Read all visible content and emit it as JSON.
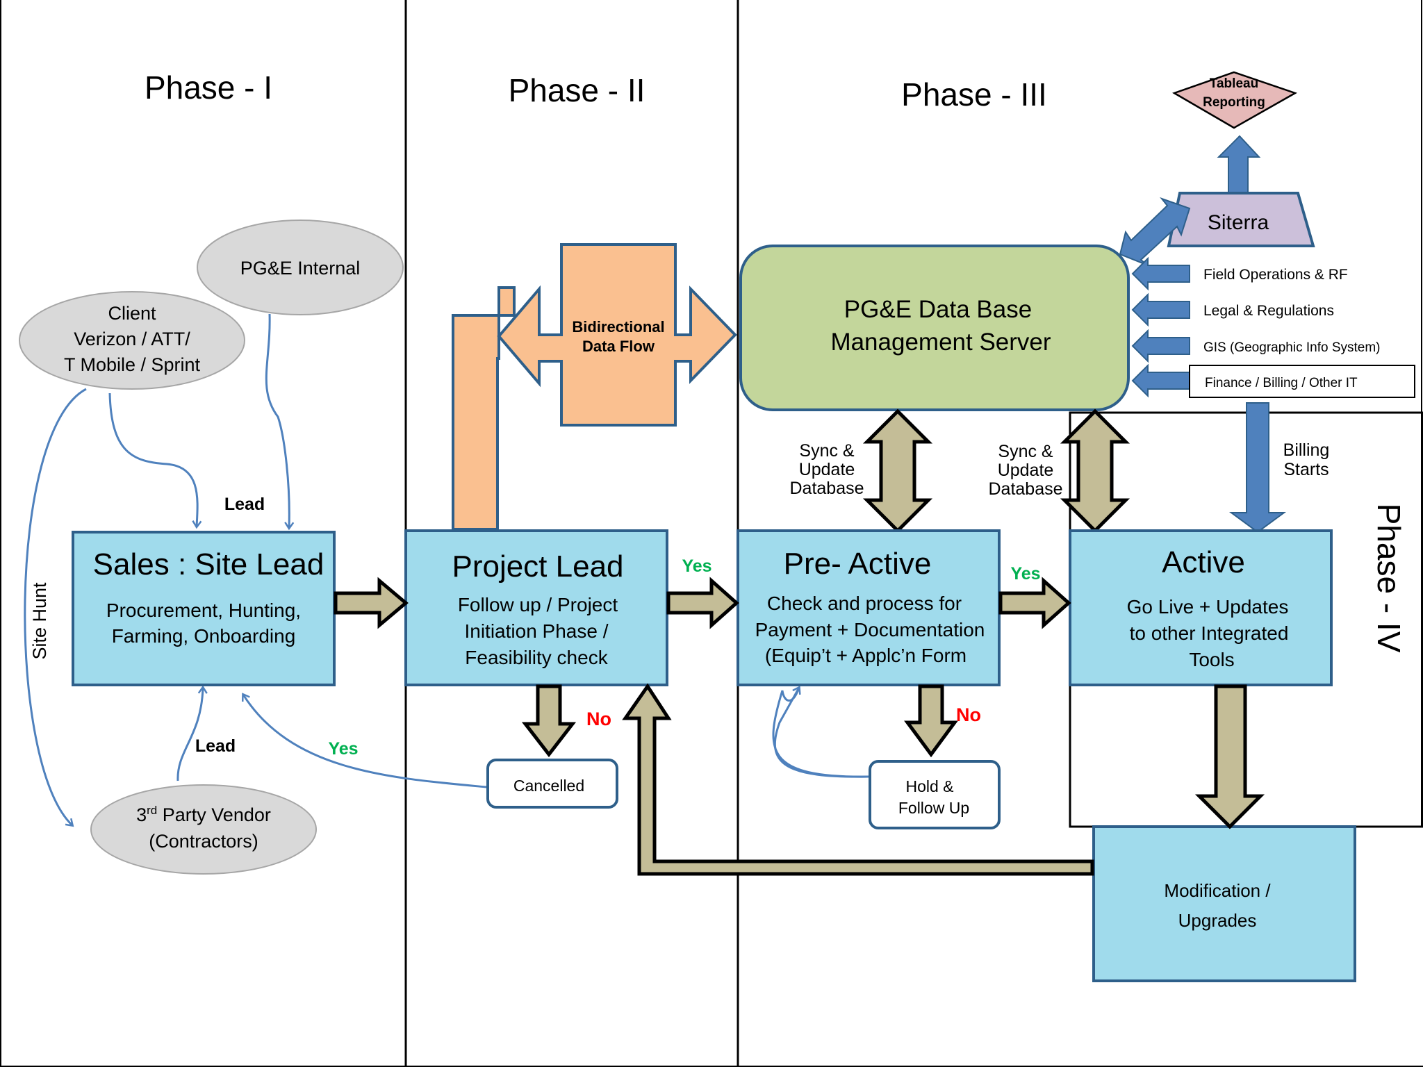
{
  "phases": {
    "p1": "Phase - I",
    "p2": "Phase - II",
    "p3": "Phase - III",
    "p4": "Phase - IV"
  },
  "sources": {
    "pge_internal": "PG&E Internal",
    "client_line1": "Client",
    "client_line2": "Verizon / ATT/",
    "client_line3": "T Mobile / Sprint",
    "vendor_line1": "3",
    "vendor_sup": "rd",
    "vendor_line1b": " Party Vendor",
    "vendor_line2": "(Contractors)",
    "site_hunt": "Site Hunt",
    "lead_top": "Lead",
    "lead_bottom": "Lead"
  },
  "boxes": {
    "sales_title": "Sales : Site Lead",
    "sales_line1": "Procurement, Hunting,",
    "sales_line2": "Farming, Onboarding",
    "project_title": "Project Lead",
    "project_line1": "Follow up / Project",
    "project_line2": "Initiation  Phase /",
    "project_line3": "Feasibility check",
    "preactive_title": "Pre- Active",
    "preactive_line1": "Check and process for",
    "preactive_line2": "Payment + Documentation",
    "preactive_line3": "(Equip’t + Applc’n Form",
    "active_title": "Active",
    "active_line1": "Go Live + Updates",
    "active_line2": "to other Integrated",
    "active_line3": "Tools",
    "mod_line1": "Modification /",
    "mod_line2": "Upgrades",
    "cancelled": "Cancelled",
    "hold_line1": "Hold &",
    "hold_line2": "Follow Up"
  },
  "flow": {
    "bidir_line1": "Bidirectional",
    "bidir_line2": "Data Flow",
    "db_line1": "PG&E Data Base",
    "db_line2": "Management Server",
    "sync1_line1": "Sync &",
    "sync1_line2": "Update",
    "sync1_line3": "Database",
    "sync2_line1": "Sync &",
    "sync2_line2": "Update",
    "sync2_line3": "Database",
    "billing_line1": "Billing",
    "billing_line2": "Starts",
    "siterra": "Siterra",
    "tableau_line1": "Tableau",
    "tableau_line2": "Reporting",
    "input1": "Field  Operations & RF",
    "input2": "Legal & Regulations",
    "input3": "GIS (Geographic Info System)",
    "input4": "Finance / Billing  / Other IT"
  },
  "decisions": {
    "yes1": "Yes",
    "yes2": "Yes",
    "yes3": "Yes",
    "no1": "No",
    "no2": "No"
  },
  "colors": {
    "box_fill": "#a0dbec",
    "box_stroke": "#2e5f8a",
    "khaki": "#c4bd97",
    "db_fill": "#c3d69b",
    "orange": "#fac090",
    "blue_arrow": "#4f81bd",
    "ellipse": "#d9d9d9",
    "siterra": "#ccc0da",
    "tableau": "#e6b9b8",
    "yes": "#00b050",
    "no": "#ff0000"
  }
}
